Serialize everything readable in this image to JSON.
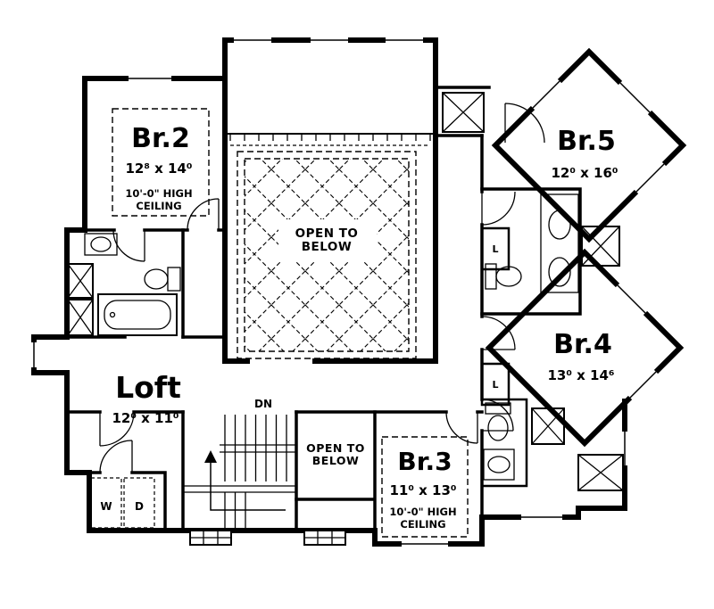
{
  "plan": {
    "rooms": {
      "br2": {
        "name": "Br.2",
        "dims": "12⁸ x 14⁰",
        "note1": "10'-0\" HIGH",
        "note2": "CEILING"
      },
      "br5": {
        "name": "Br.5",
        "dims": "12⁰ x 16⁰"
      },
      "br4": {
        "name": "Br.4",
        "dims": "13⁰ x 14⁶"
      },
      "br3": {
        "name": "Br.3",
        "dims": "11⁰ x 13⁰",
        "note1": "10'-0\" HIGH",
        "note2": "CEILING"
      },
      "loft": {
        "name": "Loft",
        "dims": "12⁰ x 11⁰"
      }
    },
    "labels": {
      "open_below_line1": "OPEN TO",
      "open_below_line2": "BELOW",
      "down": "DN",
      "washer": "W",
      "dryer": "D",
      "linen": "L"
    },
    "colors": {
      "line": "#000000",
      "background": "#ffffff"
    }
  }
}
